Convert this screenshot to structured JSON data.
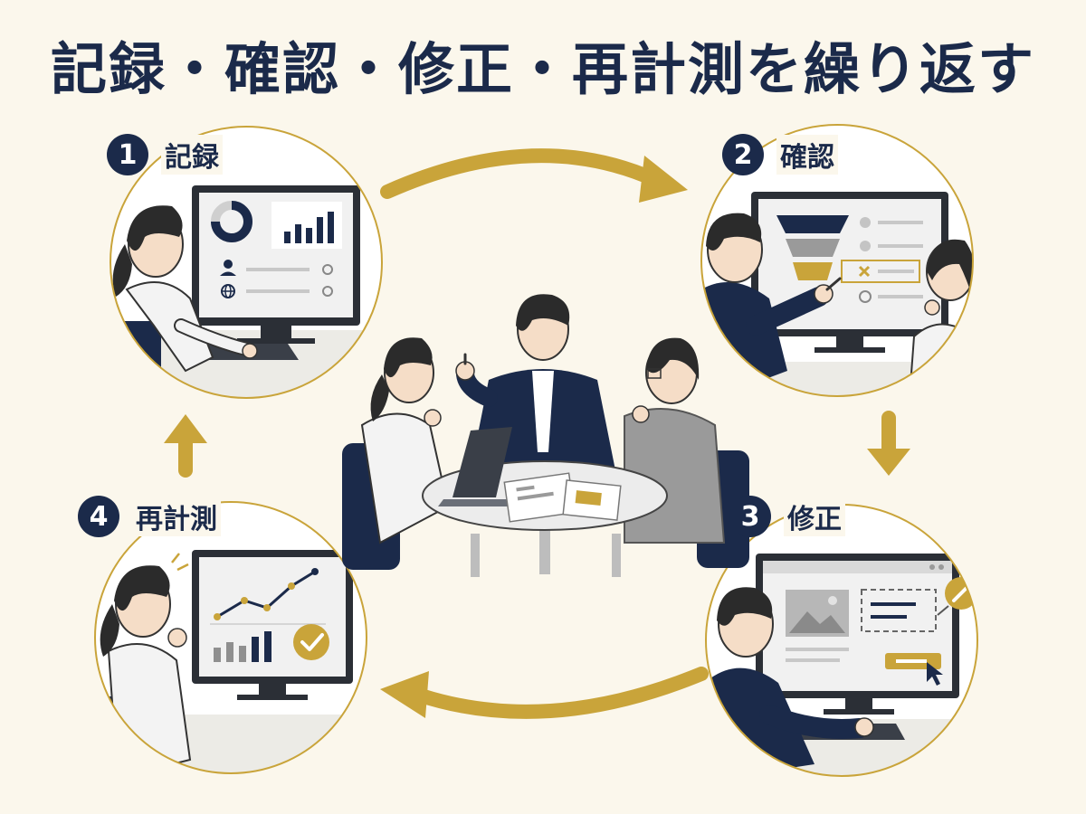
{
  "title": "記録・確認・修正・再計測を繰り返す",
  "steps": [
    {
      "number": "1",
      "label": "記録"
    },
    {
      "number": "2",
      "label": "確認"
    },
    {
      "number": "3",
      "label": "修正"
    },
    {
      "number": "4",
      "label": "再計測"
    }
  ],
  "colors": {
    "navy": "#1b2a4a",
    "gold": "#c9a43a",
    "background": "#fbf7ec",
    "gray": "#8e8e8e"
  },
  "icons": [
    "donut-chart-icon",
    "bar-chart-icon",
    "user-icon",
    "globe-icon",
    "funnel-icon",
    "x-mark-icon",
    "image-icon",
    "pencil-icon",
    "cursor-icon",
    "line-chart-icon",
    "checkmark-icon"
  ]
}
